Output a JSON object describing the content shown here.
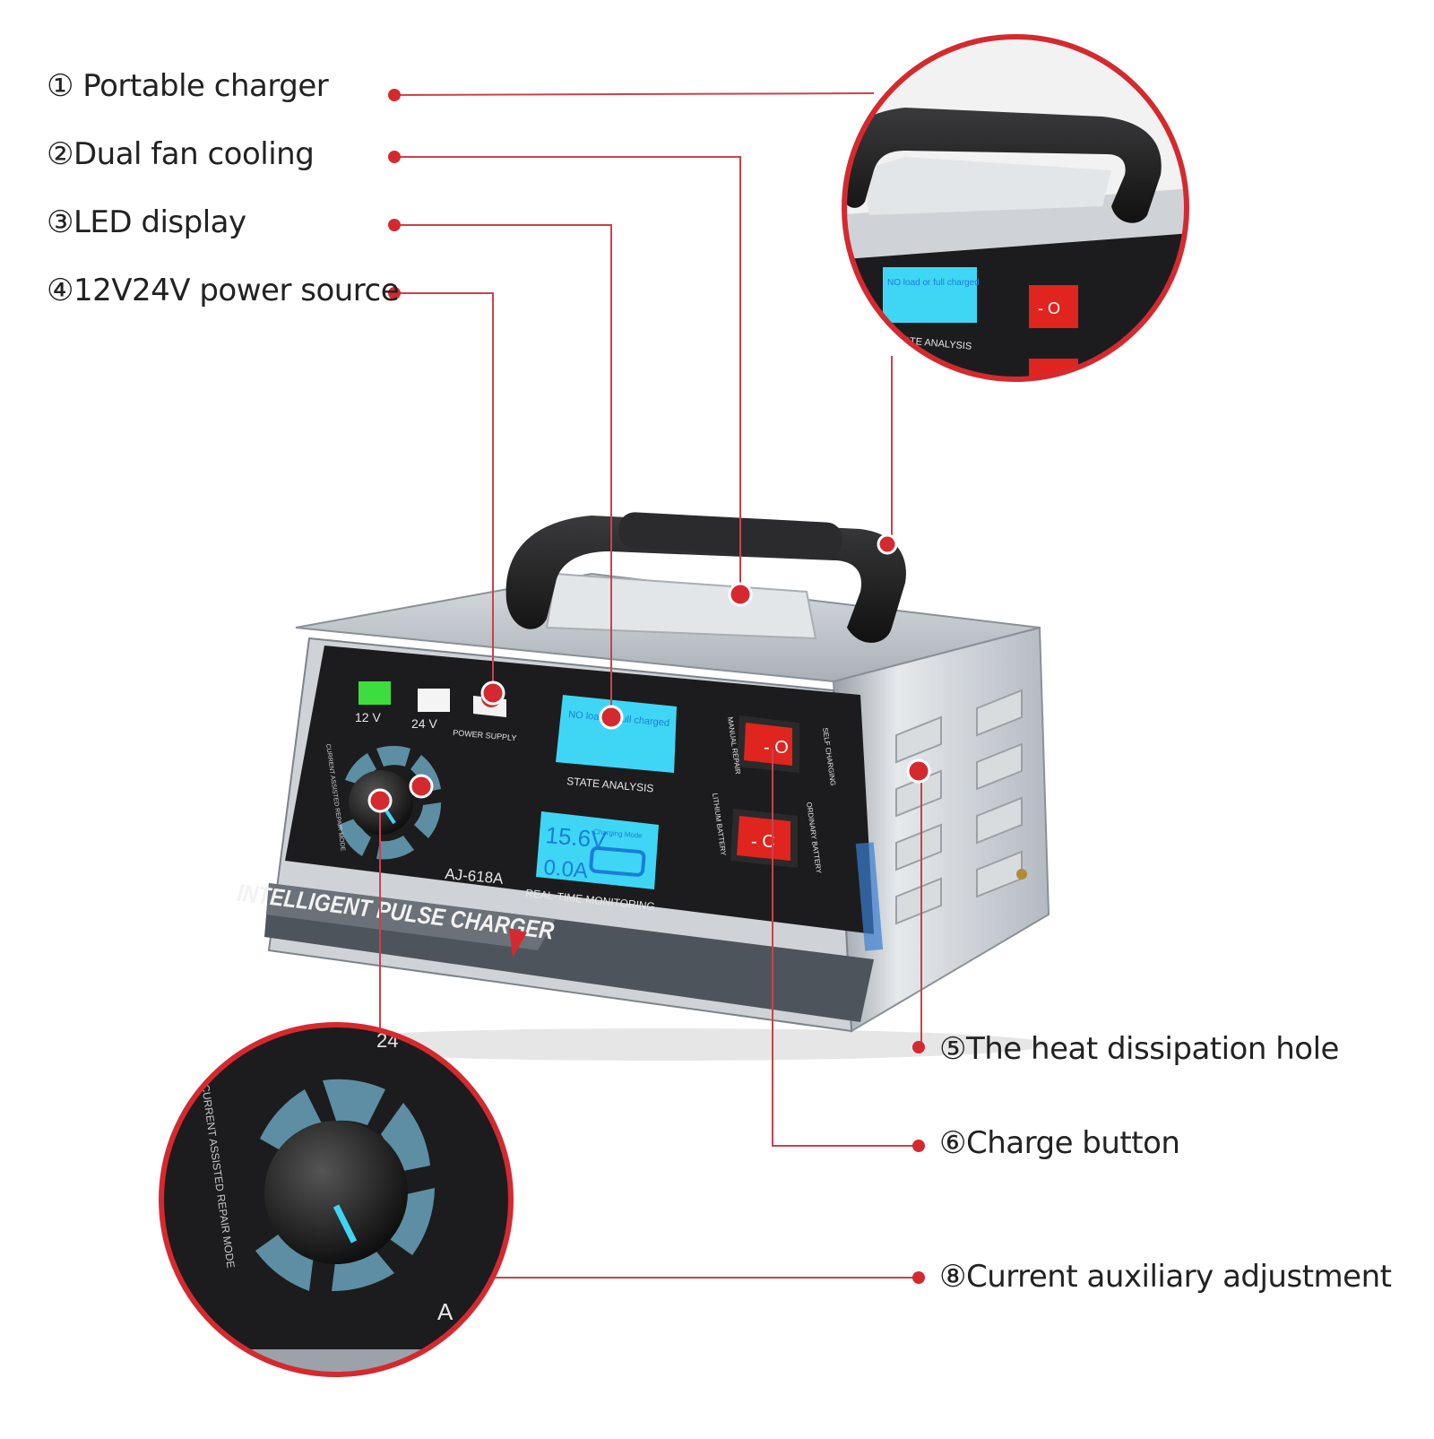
{
  "callouts": {
    "c1": "① Portable charger",
    "c2": "②Dual fan cooling",
    "c3": "③LED display",
    "c4": "④12V24V power source",
    "c5": "⑤The heat dissipation hole",
    "c6": "⑥Charge button",
    "c8": "⑧Current auxiliary adjustment"
  },
  "device": {
    "model": "AJ-618A",
    "brand_strip": "INTELLIGENT PULSE CHARGER",
    "led_12v": "12 V",
    "led_24v": "24 V",
    "power_supply": "POWER SUPPLY",
    "state_screen_text": "NO load or full charged",
    "state_analysis": "STATE ANALYSIS",
    "voltage_reading": "15.6V",
    "current_reading": "0.0A",
    "charging_mode": "Charging Mode",
    "realtime_monitoring": "REAL-TIME MONITORING",
    "switch1_left": "MANUAL REPAIR",
    "switch1_right": "SELF CHARGING",
    "switch2_left": "LITHIUM BATTERY",
    "switch2_right": "ORDINARY BATTERY",
    "knob_label": "CURRENT ASSISTED REPAIR MODE"
  },
  "colors": {
    "accent_red": "#d42a2f",
    "lcd_cyan": "#3fd6f5",
    "lcd_blue": "#1a7ed8",
    "panel_black": "#1c1c1e",
    "body_silver": "#c9ced4",
    "led_green": "#3ddc3f"
  }
}
